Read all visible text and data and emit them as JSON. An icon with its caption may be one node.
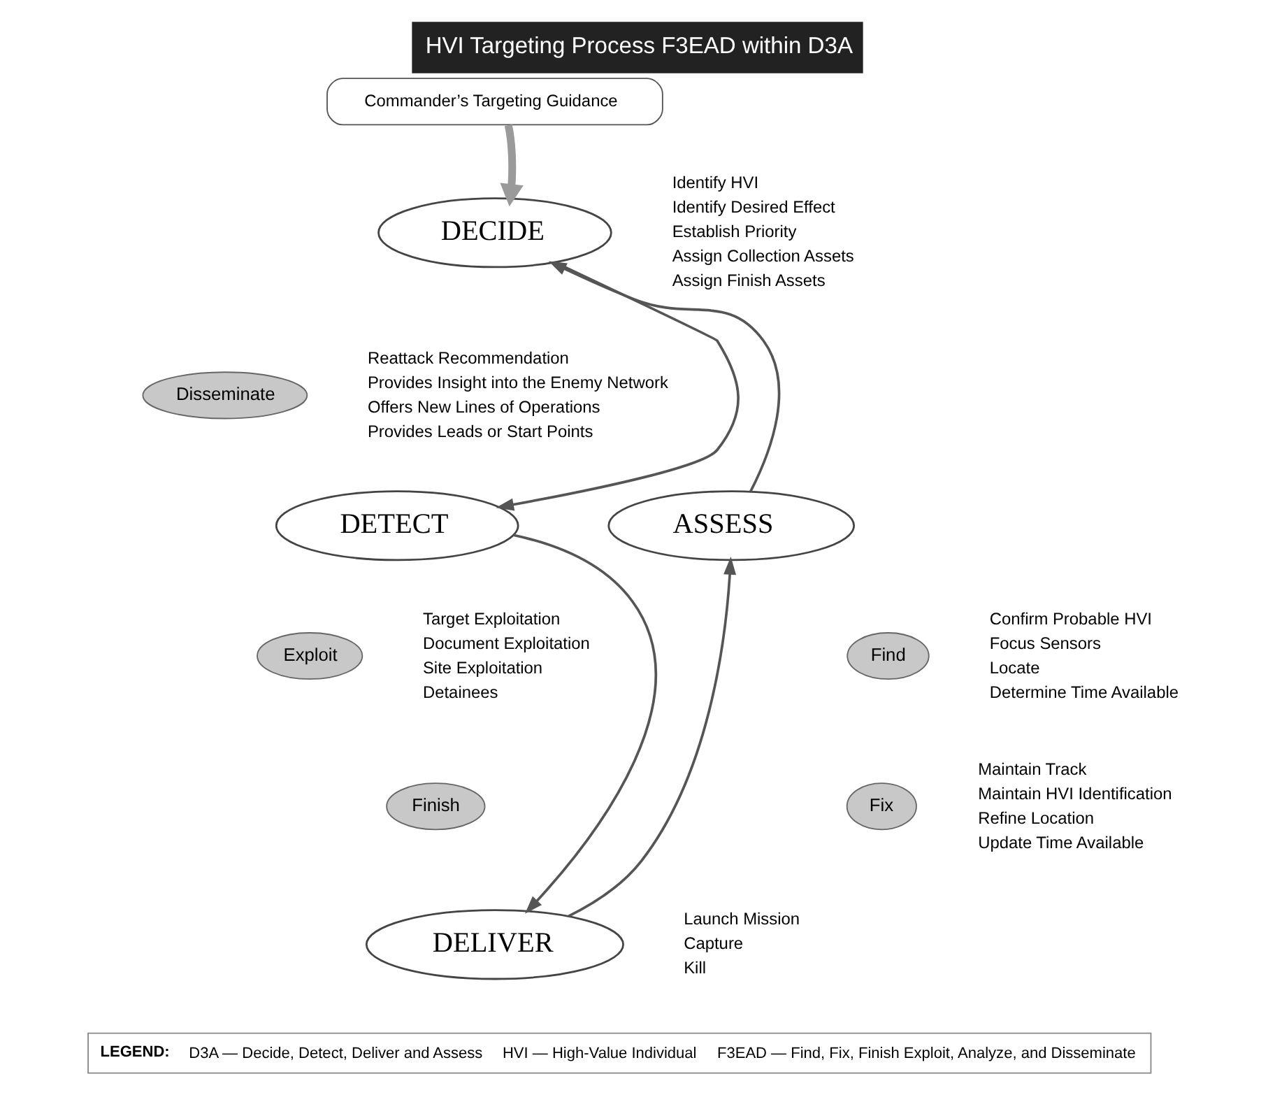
{
  "diagram": {
    "title": "HVI Targeting Process F3EAD within D3A",
    "nodes": [
      {
        "text": [
          "Commander’s Targeting Guidance"
        ]
      },
      {
        "text": [
          "DECIDE"
        ],
        "beside": [
          "Identify HVI",
          "Identify Desired Effect",
          "Establish Priority",
          "Assign Collection Assets",
          "Assign Finish Assets"
        ]
      },
      {
        "text": [
          "Disseminate"
        ],
        "beside": [
          "Reattack Recommendation",
          "Provides Insight into the Enemy Network",
          "Offers New Lines of Operations",
          "Provides Leads or Start Points"
        ]
      },
      {
        "text": [
          "DETECT"
        ]
      },
      {
        "text": [
          "ASSESS"
        ]
      },
      {
        "text": [
          "Exploit"
        ],
        "beside": [
          "Target Exploitation",
          "Document Exploitation",
          "Site Exploitation",
          "Detainees"
        ]
      },
      {
        "text": [
          "Find"
        ],
        "beside": [
          "Confirm Probable HVI",
          "Focus Sensors",
          "Locate",
          "Determine Time Available"
        ]
      },
      {
        "text": [
          "Finish"
        ]
      },
      {
        "text": [
          "Fix"
        ],
        "beside": [
          "Maintain Track",
          "Maintain HVI Identification",
          "Refine Location",
          "Update Time Available"
        ]
      },
      {
        "text": [
          "DELIVER"
        ],
        "beside": [
          "Launch Mission",
          "Capture",
          "Kill"
        ]
      }
    ],
    "edges": [
      {
        "from": 0,
        "to": 1,
        "arrow": "to",
        "style": "thick",
        "color": "#9a9a9a"
      },
      {
        "from": 1,
        "to": 3,
        "arrow": "to"
      },
      {
        "from": 3,
        "to": 9,
        "arrow": "to"
      },
      {
        "from": 9,
        "to": 4,
        "arrow": "to"
      },
      {
        "from": 4,
        "to": 1,
        "arrow": "to"
      }
    ],
    "labels": [
      "LEGEND:",
      "D3A — Decide, Detect, Deliver and Assess",
      "HVI — High-Value Individual",
      "F3EAD — Find, Fix, Finish Exploit, Analyze, and Disseminate"
    ]
  }
}
